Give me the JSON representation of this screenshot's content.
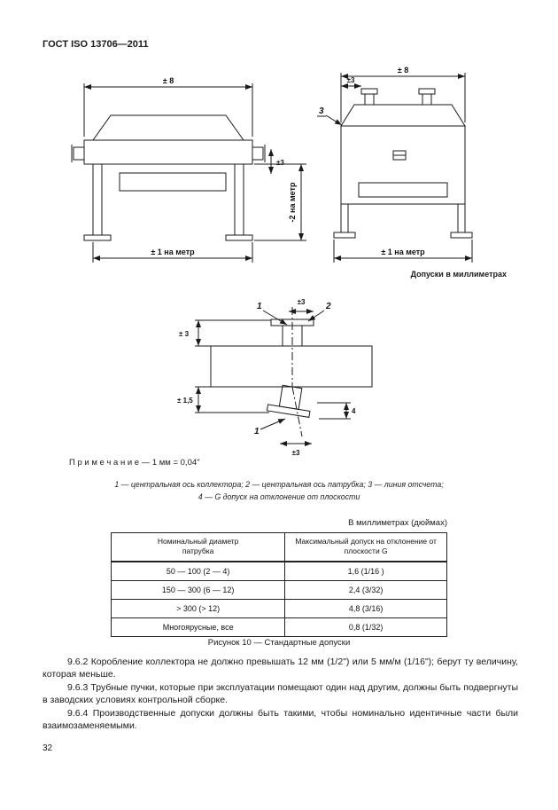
{
  "header": {
    "title": "ГОСТ ISO 13706—2011"
  },
  "figures": {
    "tolerance_note": "Допуски в миллиметрах",
    "left_view": {
      "dim_top": "± 8",
      "dim_side": "±3",
      "dim_vertical": "-2 на метр",
      "dim_bottom": "± 1 на метр"
    },
    "right_view": {
      "dim_top": "± 8",
      "dim_top_left": "±3",
      "ref_label": "3",
      "dim_bottom": "± 1 на метр"
    },
    "nozzle_view": {
      "label_collector_axis": "1",
      "label_nozzle_axis": "2",
      "dim_top": "±3",
      "dim_left_upper": "± 3",
      "dim_left_lower": "± 1,5",
      "dim_flatness": "4",
      "label_axis_bottom": "1",
      "dim_bottom": "±3"
    }
  },
  "note": "П р и м е ч а н и е — 1 мм = 0,04\"",
  "legend": {
    "line1": "1 — центральная ось коллектора; 2 — центральная ось патрубка; 3 — линия отсчета;",
    "line2": "4 — G допуск на отклонение от плоскости"
  },
  "table": {
    "units_label": "В миллиметрах (дюймах)",
    "headers": [
      "Номинальный диаметр патрубка",
      "Максимальный допуск на отклонение от плоскости G"
    ],
    "rows": [
      [
        "50 — 100 (2 — 4)",
        "1,6 (1/16 )"
      ],
      [
        "150 — 300 (6 — 12)",
        "2,4 (3/32)"
      ],
      [
        "> 300 (> 12)",
        "4,8 (3/16)"
      ],
      [
        "Многоярусные, все",
        "0,8 (1/32)"
      ]
    ],
    "caption": "Рисунок 10 — Стандартные допуски"
  },
  "paragraphs": [
    "9.6.2 Коробление коллектора не должно превышать 12 мм (1/2\") или 5 мм/м (1/16\"); берут ту величину, которая меньше.",
    "9.6.3 Трубные пучки, которые при эксплуатации помещают один над другим, должны быть подвергнуты в заводских условиях контрольной сборке.",
    "9.6.4 Производственные допуски должны быть такими, чтобы номинально идентичные части были взаимозаменяемыми."
  ],
  "page_number": "32"
}
